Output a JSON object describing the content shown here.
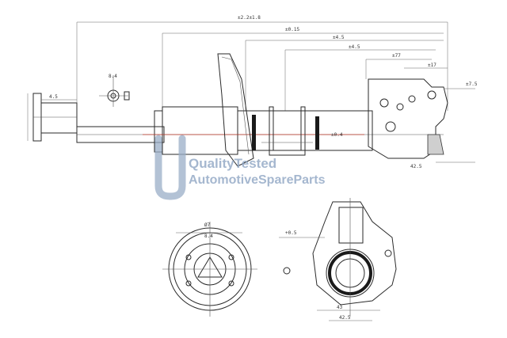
{
  "watermark": {
    "line1": "QualityTested",
    "line2": "AutomotiveSpareParts",
    "color": "#8fa6c4"
  },
  "dimensions": {
    "top_overall": "±2.2±1.8",
    "upper_length": "±0.15",
    "mid_a": "±4.5",
    "mid_b": "±4.5",
    "right_a": "±77",
    "right_b": "±17",
    "left_stub": "4.5",
    "rod_detail": "8.4",
    "bracket_dia": "±0.4",
    "lower_note": "42.5",
    "bottom_a": "43",
    "bottom_b": "42.5",
    "knuckle_angle": "+0.5",
    "knuckle_side": "±7.5",
    "circle_top": "Ø7",
    "circle_sub": "8.4"
  }
}
